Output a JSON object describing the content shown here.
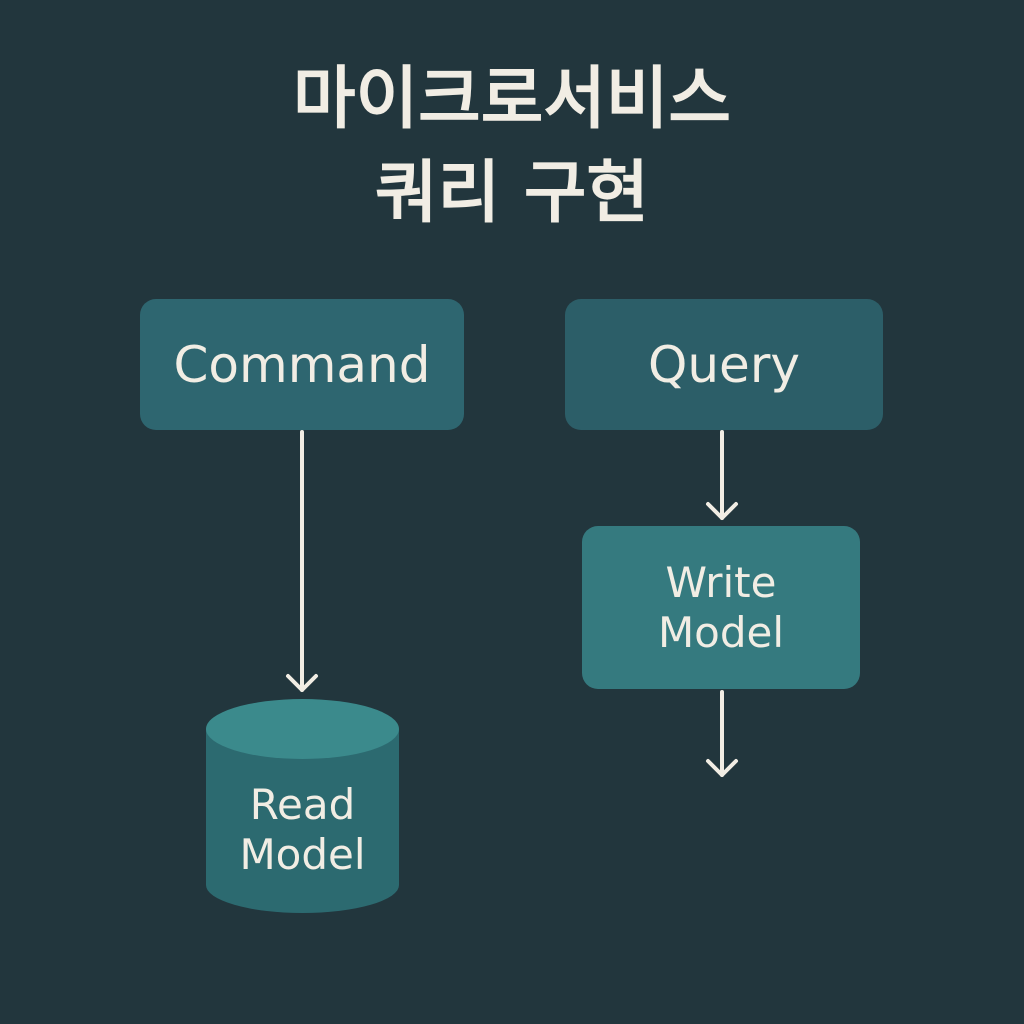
{
  "title": {
    "line1": "마이크로서비스",
    "line2": "쿼리 구현"
  },
  "nodes": {
    "command": {
      "label": "Command"
    },
    "query": {
      "label": "Query"
    },
    "write_model": {
      "line1": "Write",
      "line2": "Model"
    },
    "read_model": {
      "line1": "Read",
      "line2": "Model"
    }
  },
  "colors": {
    "background": "#22363d",
    "command_fill": "#2e6670",
    "query_fill": "#2c5e68",
    "write_model_fill": "#357a7f",
    "read_model_fill": "#2c6a70",
    "read_model_top": "#3b8a8c",
    "text": "#f1ede4",
    "arrow": "#f1ede4"
  }
}
